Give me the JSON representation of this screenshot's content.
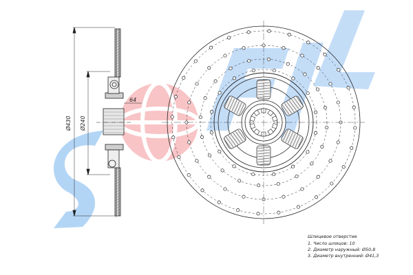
{
  "drawing": {
    "dimensions": {
      "outer_diameter": "Ø430",
      "inner_diameter": "Ø240",
      "hub_dimension": "64"
    },
    "notes": {
      "title": "Шлицевое отверстие",
      "lines": [
        "1. Число шлицов: 10",
        "2. Диаметр наружный: Ø50,8",
        "3. Диаметр внутренний: Ø41,3"
      ]
    }
  },
  "watermark": {
    "text": "SOFIL",
    "colors": {
      "blue": "#3b8fe0",
      "red": "#e8424a"
    }
  }
}
